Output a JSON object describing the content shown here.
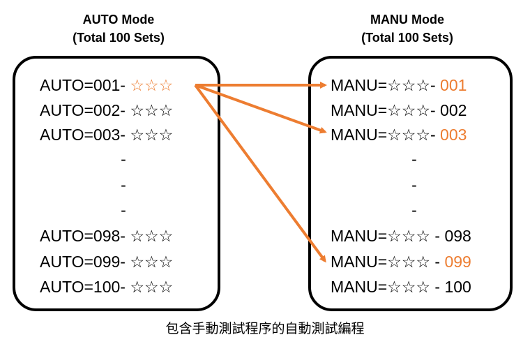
{
  "auto": {
    "title": "AUTO Mode",
    "subtitle": "(Total  100 Sets)",
    "rows": [
      {
        "label": "AUTO=001-",
        "stars": "☆☆☆"
      },
      {
        "label": "AUTO=002-",
        "stars": "☆☆☆"
      },
      {
        "label": "AUTO=003-",
        "stars": "☆☆☆"
      },
      {
        "label": "-"
      },
      {
        "label": "-"
      },
      {
        "label": "-"
      },
      {
        "label": "AUTO=098-",
        "stars": "☆☆☆"
      },
      {
        "label": "AUTO=099-",
        "stars": "☆☆☆"
      },
      {
        "label": "AUTO=100-",
        "stars": "☆☆☆"
      }
    ]
  },
  "manu": {
    "title": "MANU  Mode",
    "subtitle": "(Total  100 Sets)",
    "rows": [
      {
        "label": "MANU=☆☆☆-",
        "number": " 001"
      },
      {
        "label": "MANU=☆☆☆-",
        "number": " 002"
      },
      {
        "label": "MANU=☆☆☆-",
        "number": " 003"
      },
      {
        "label": "-"
      },
      {
        "label": "-"
      },
      {
        "label": "-"
      },
      {
        "label": "MANU=☆☆☆ -",
        "number": " 098"
      },
      {
        "label": "MANU=☆☆☆ -",
        "number": " 099"
      },
      {
        "label": "MANU=☆☆☆ -",
        "number": " 100"
      }
    ]
  },
  "caption": "包含手動測試程序的自動測試編程",
  "colors": {
    "accent": "#ED7D31",
    "text": "#000000",
    "border": "#000000"
  }
}
